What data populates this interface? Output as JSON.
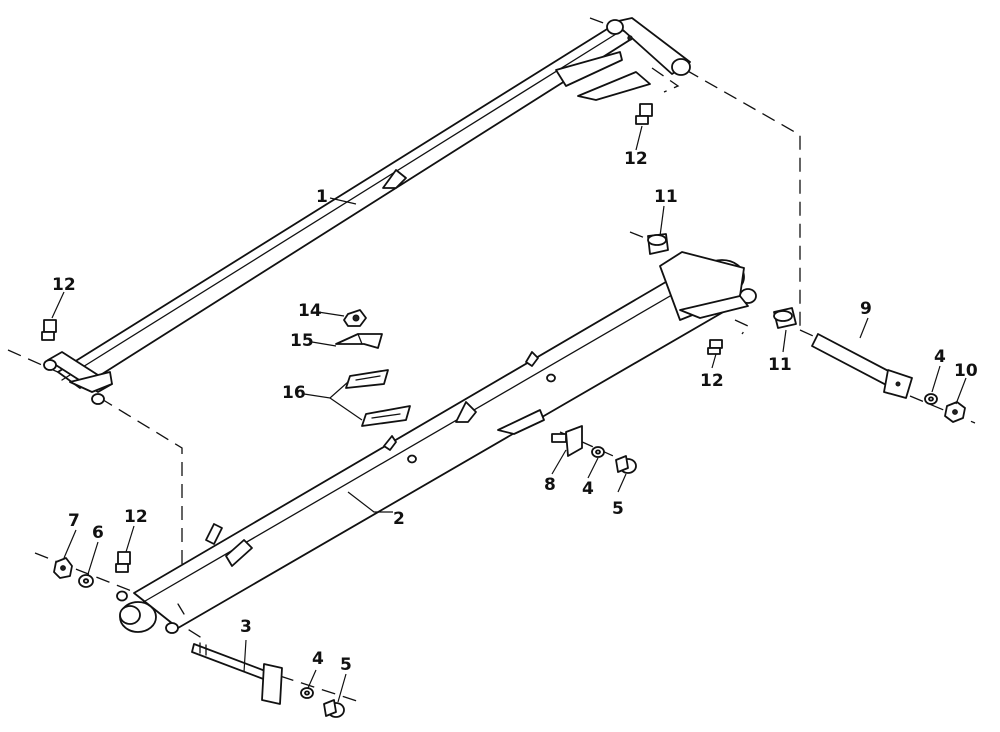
{
  "callouts": {
    "c1": "1",
    "c2": "2",
    "c3": "3",
    "c4a": "4",
    "c4b": "4",
    "c4c": "4",
    "c5a": "5",
    "c5b": "5",
    "c6": "6",
    "c7": "7",
    "c8": "8",
    "c9": "9",
    "c10": "10",
    "c11a": "11",
    "c11b": "11",
    "c12a": "12",
    "c12b": "12",
    "c12c": "12",
    "c12d": "12",
    "c14": "14",
    "c15": "15",
    "c16": "16"
  }
}
